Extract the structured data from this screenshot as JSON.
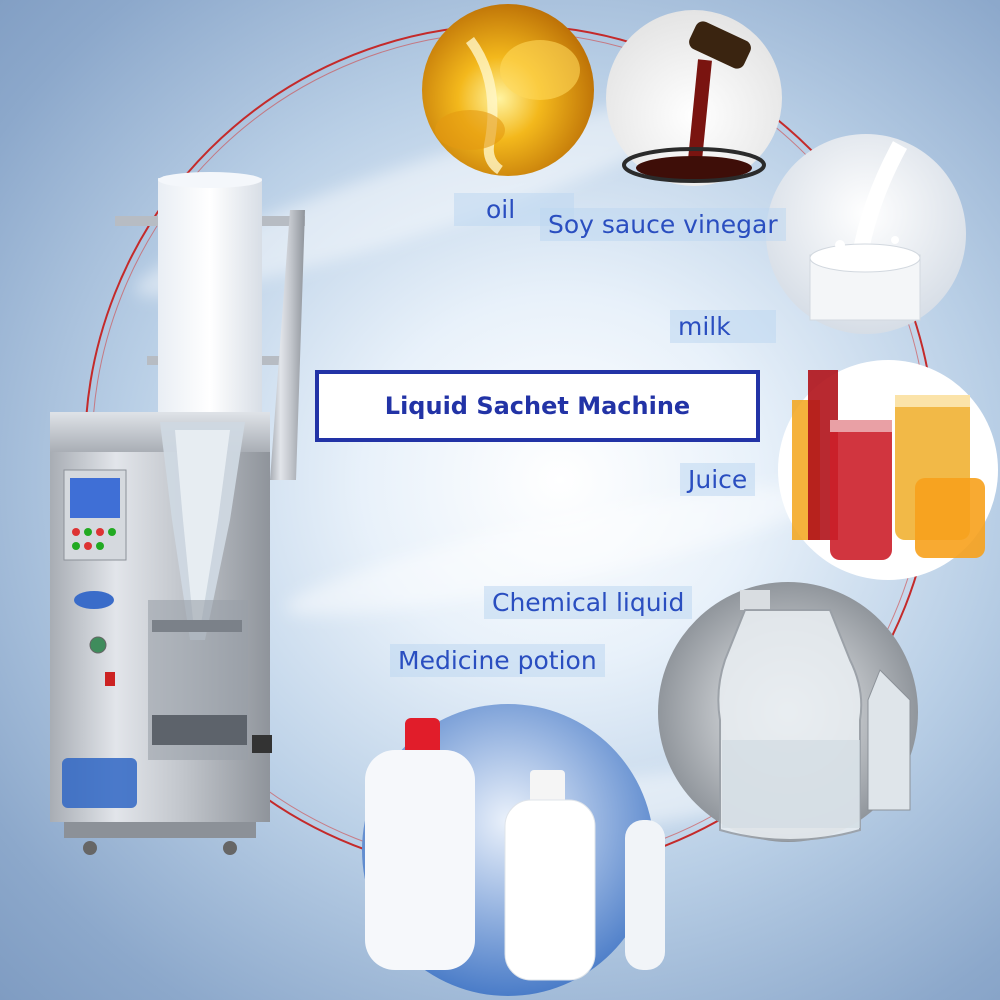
{
  "title": "Liquid Sachet Machine",
  "labels": {
    "oil": "oil",
    "soy": "Soy sauce vinegar",
    "milk": "milk",
    "juice": "Juice",
    "chemical": "Chemical liquid",
    "medicine": "Medicine potion"
  },
  "colors": {
    "label_text": "#2a4ec0",
    "title_border": "#2233a6",
    "ring": "#c42a2a"
  },
  "icons": [
    "packaging-machine",
    "oil-photo",
    "soy-sauce-photo",
    "milk-photo",
    "juice-photo",
    "chemical-bottle-photo",
    "medicine-bottle-photo"
  ]
}
